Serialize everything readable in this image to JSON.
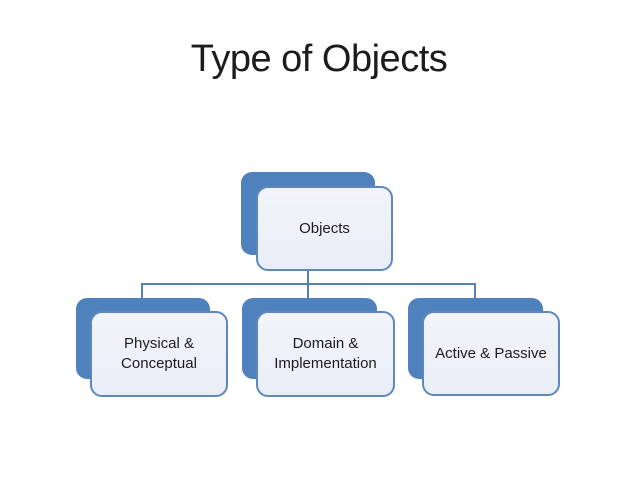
{
  "slide": {
    "title": "Type of Objects",
    "background_color": "#ffffff",
    "title_color": "#1c1c1c"
  },
  "diagram": {
    "type": "hierarchy",
    "accent_color": "#4f81bd",
    "node_fill_color": "#ecf0f8",
    "node_border_color": "#5e88bb",
    "connector_color": "#5580b3",
    "text_color": "#1c1c1c",
    "root": {
      "label": "Objects"
    },
    "children": [
      {
        "label": "Physical & Conceptual"
      },
      {
        "label": "Domain & Implementation"
      },
      {
        "label": "Active & Passive"
      }
    ]
  }
}
